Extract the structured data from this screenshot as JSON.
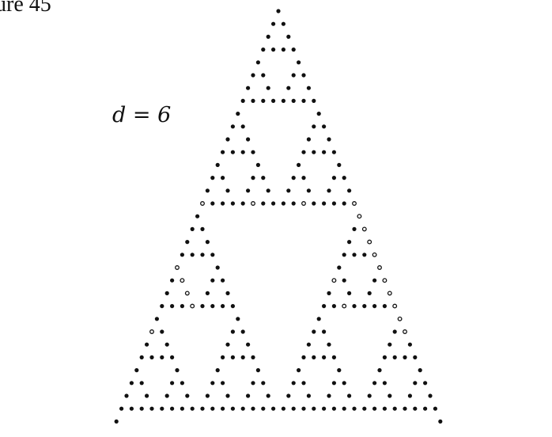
{
  "figure": {
    "label": "ure 45",
    "parameter_label": "d = 6"
  },
  "pattern": {
    "description_type": "triangular-dot-array",
    "dot_color": "#111111",
    "background_color": "#ffffff"
  }
}
